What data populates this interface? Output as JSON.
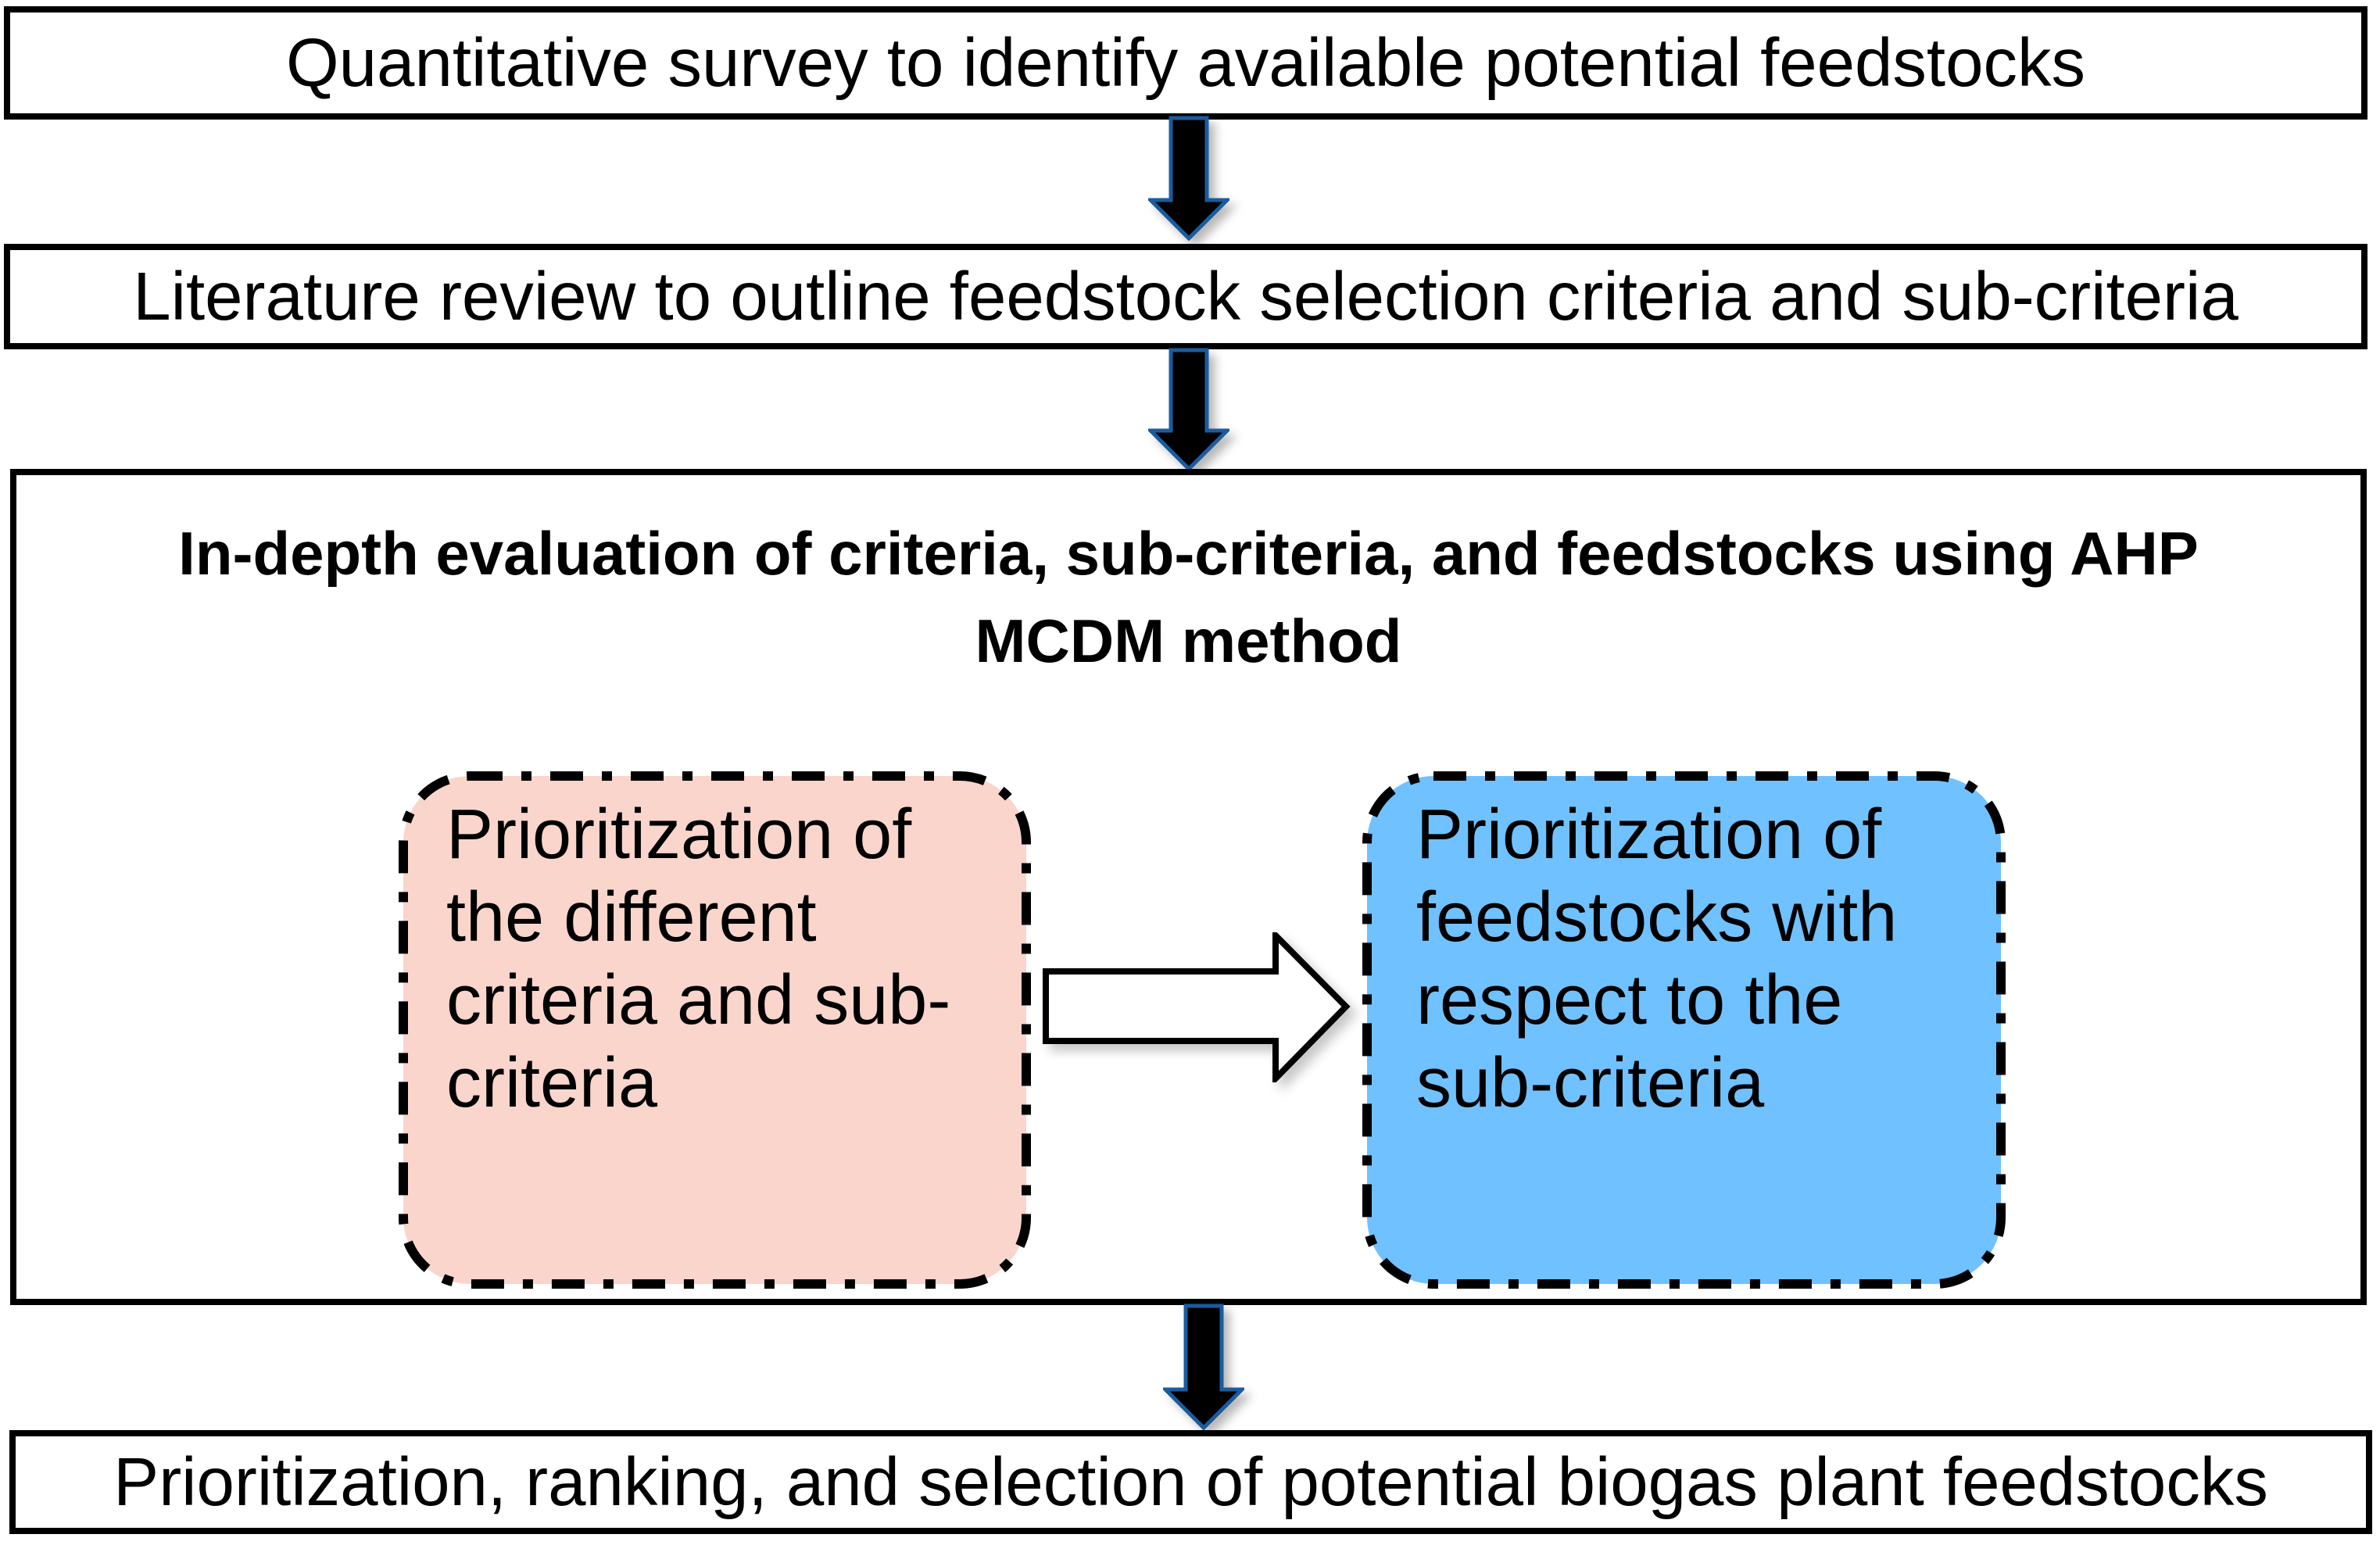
{
  "figure": {
    "boxes": {
      "survey": {
        "label": "Quantitative survey to identify available potential feedstocks"
      },
      "literature": {
        "label": "Literature review to outline feedstock selection criteria and sub-criteria"
      },
      "evaluation": {
        "title_lines": [
          "In-depth evaluation of criteria, sub-criteria, and feedstocks using AHP",
          "MCDM method"
        ],
        "pink_box": {
          "lines": [
            "Prioritization of",
            "the different",
            "criteria and sub-",
            "criteria"
          ]
        },
        "blue_box": {
          "lines": [
            "Prioritization of",
            "feedstocks with",
            "respect to the",
            "sub-criteria"
          ]
        }
      },
      "result": {
        "label": "Prioritization, ranking, and selection of potential biogas plant feedstocks"
      }
    },
    "icons": {
      "down_arrow": "down-arrow-icon",
      "right_arrow": "right-arrow-icon"
    },
    "colors": {
      "background": "#FFFFFF",
      "box_border": "#000000",
      "text": "#000000",
      "down_arrow_fill": "#000000",
      "down_arrow_outline": "#1A5C9E",
      "flow_arrow_fill": "#FFFFFF",
      "flow_arrow_outline": "#000000",
      "dash_border": "#000000",
      "pink_fill": "#FAD5CB",
      "blue_fill": "#70C1FF"
    }
  }
}
